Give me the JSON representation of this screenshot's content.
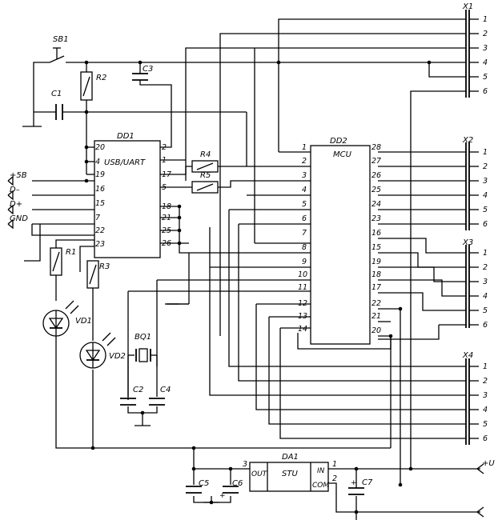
{
  "connectors": {
    "x1": {
      "ref": "X1",
      "pins": [
        "1",
        "2",
        "3",
        "4",
        "5",
        "6"
      ]
    },
    "x2": {
      "ref": "X2",
      "pins": [
        "1",
        "2",
        "3",
        "4",
        "5",
        "6"
      ]
    },
    "x3": {
      "ref": "X3",
      "pins": [
        "1",
        "2",
        "3",
        "4",
        "5",
        "6"
      ]
    },
    "x4": {
      "ref": "X4",
      "pins": [
        "1",
        "2",
        "3",
        "4",
        "5",
        "6"
      ]
    }
  },
  "dd1": {
    "ref": "DD1",
    "label": "USB/UART",
    "pins_left": [
      "20",
      "4",
      "19",
      "16",
      "15",
      "7",
      "22",
      "23"
    ],
    "pins_right": [
      "2",
      "1",
      "17",
      "5",
      "18",
      "21",
      "25",
      "26"
    ]
  },
  "dd2": {
    "ref": "DD2",
    "label": "MCU",
    "pins_left": [
      "1",
      "2",
      "3",
      "4",
      "5",
      "6",
      "7",
      "8",
      "9",
      "10",
      "11",
      "12",
      "13",
      "14"
    ],
    "pins_right": [
      "28",
      "27",
      "26",
      "25",
      "24",
      "23",
      "16",
      "15",
      "19",
      "18",
      "17",
      "22",
      "21",
      "20"
    ]
  },
  "da1": {
    "ref": "DA1",
    "label": "STU",
    "out": "OUT",
    "in": "IN",
    "com": "COM",
    "pin_out": "3",
    "pin_in": "1",
    "pin_com": "2"
  },
  "components": {
    "sb1": "SB1",
    "r1": "R1",
    "r2": "R2",
    "r3": "R3",
    "r4": "R4",
    "r5": "R5",
    "c1": "C1",
    "c2": "C2",
    "c3": "C3",
    "c4": "C4",
    "c5": "C5",
    "c6": "C6",
    "c7": "C7",
    "vd1": "VD1",
    "vd2": "VD2",
    "bq1": "BQ1"
  },
  "usb_signals": [
    "+5B",
    "D–",
    "D+",
    "GND"
  ],
  "power": {
    "input": "+U",
    "plus": "+"
  }
}
